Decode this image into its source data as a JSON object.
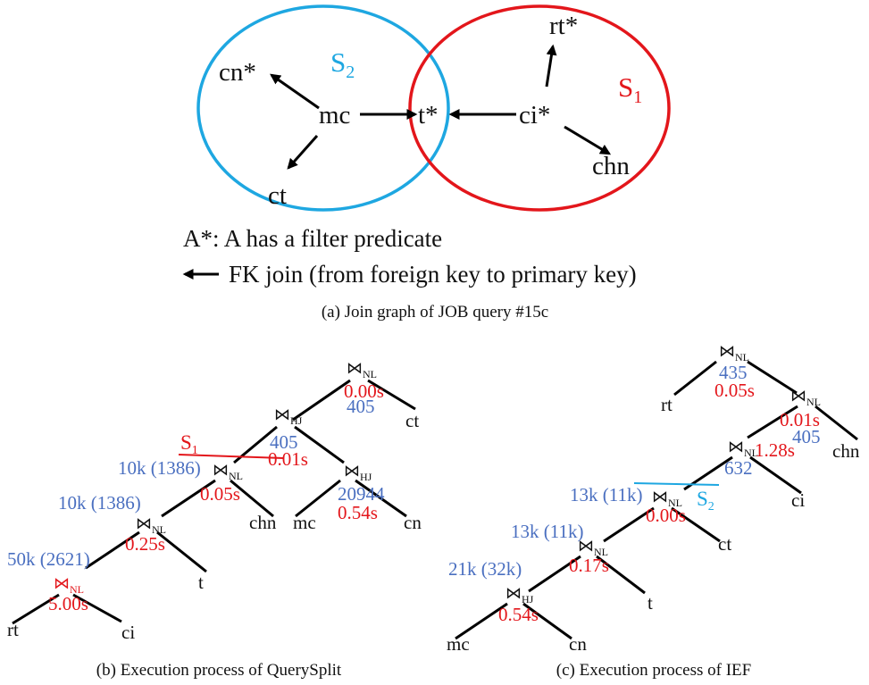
{
  "colors": {
    "s2_circle": "#1ea7e1",
    "s1_circle": "#e3161b",
    "cardinality": "#4a6fc0",
    "time": "#e3161b"
  },
  "graph": {
    "nodes": {
      "cn": "cn*",
      "mc": "mc",
      "ct": "ct",
      "t": "t*",
      "ci": "ci*",
      "rt": "rt*",
      "chn": "chn"
    },
    "s2_label": "S",
    "s2_sub": "2",
    "s1_label": "S",
    "s1_sub": "1",
    "legend_filter": "A*: A has a filter predicate",
    "legend_fk": "FK join (from foreign key to primary key)",
    "caption": "(a) Join graph of JOB query #15c"
  },
  "tree_b": {
    "caption": "(b) Execution process of QuerySplit",
    "split_label": "S",
    "split_sub": "1",
    "join_symbol": "⋈",
    "ops": {
      "root": "NL",
      "hj_top": "HJ",
      "nl_mid": "NL",
      "hj_right": "HJ",
      "nl_low": "NL",
      "nl_bottom": "NL"
    },
    "root_time": "0.00s",
    "root_card": "405",
    "hj_top_card": "405",
    "hj_top_time": "0.01s",
    "nl_mid_card": "10k (1386)",
    "nl_mid_time": "0.05s",
    "hj_right_card": "20944",
    "hj_right_time": "0.54s",
    "nl_low_card": "10k (1386)",
    "nl_low_time": "0.25s",
    "nl_bottom_card": "50k (2621)",
    "nl_bottom_time": "5.00s",
    "leaves": {
      "ct": "ct",
      "chn": "chn",
      "mc": "mc",
      "cn": "cn",
      "t": "t",
      "rt": "rt",
      "ci": "ci"
    }
  },
  "tree_c": {
    "caption": "(c) Execution process of IEF",
    "split_label": "S",
    "split_sub": "2",
    "join_symbol": "⋈",
    "ops": {
      "root": "NL",
      "n2": "NL",
      "n3": "NL",
      "n4": "NL",
      "n5": "NL",
      "n6": "HJ"
    },
    "root_card": "435",
    "root_time": "0.05s",
    "n2_time": "0.01s",
    "n2_card": "405",
    "n3_time": "1.28s",
    "n3_card": "632",
    "n4_card": "13k (11k)",
    "n4_time": "0.00s",
    "n5_card": "13k (11k)",
    "n5_time": "0.17s",
    "n6_card": "21k (32k)",
    "n6_time": "0.54s",
    "leaves": {
      "rt": "rt",
      "chn": "chn",
      "ci": "ci",
      "ct": "ct",
      "t": "t",
      "mc": "mc",
      "cn": "cn"
    }
  }
}
